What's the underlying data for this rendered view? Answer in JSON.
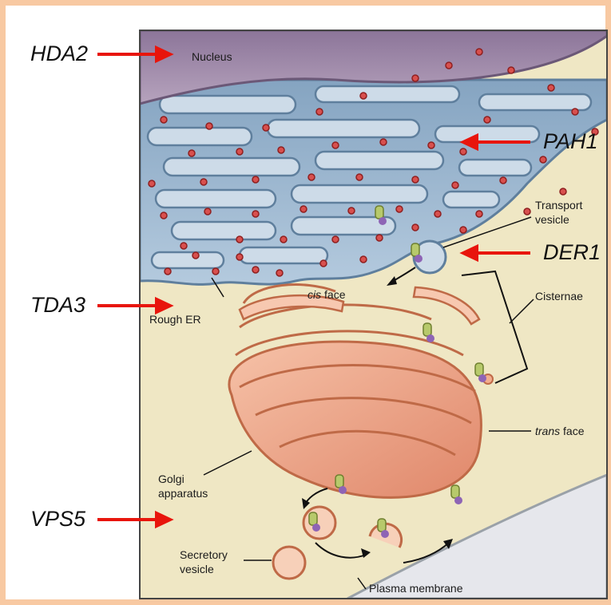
{
  "genes": [
    "HDA2",
    "PAH1",
    "DER1",
    "TDA3",
    "VPS5"
  ],
  "labels": {
    "nucleus": "Nucleus",
    "transport_vesicle": [
      "Transport",
      "vesicle"
    ],
    "cisternae": "Cisternae",
    "cis_face": {
      "italic": "cis",
      "rest": " face"
    },
    "rough_er": "Rough ER",
    "trans_face": {
      "italic": "trans",
      "rest": " face"
    },
    "golgi_apparatus": [
      "Golgi",
      "apparatus"
    ],
    "secretory_vesicle": [
      "Secretory",
      "vesicle"
    ],
    "plasma_membrane": "Plasma membrane"
  },
  "colors": {
    "frame": "#f8c9a2",
    "cytoplasm": "#efe7c4",
    "nucleus": "#9f89aa",
    "er": "#9cb7cf",
    "er_outline": "#5f7f9d",
    "ribosome": "#cc2f2f",
    "golgi": "#f2ad8e",
    "golgi_outline": "#bf6a47",
    "arrow": "#e8150c",
    "cargo_green": "#b7c96b",
    "cargo_purple": "#8e64b5"
  }
}
